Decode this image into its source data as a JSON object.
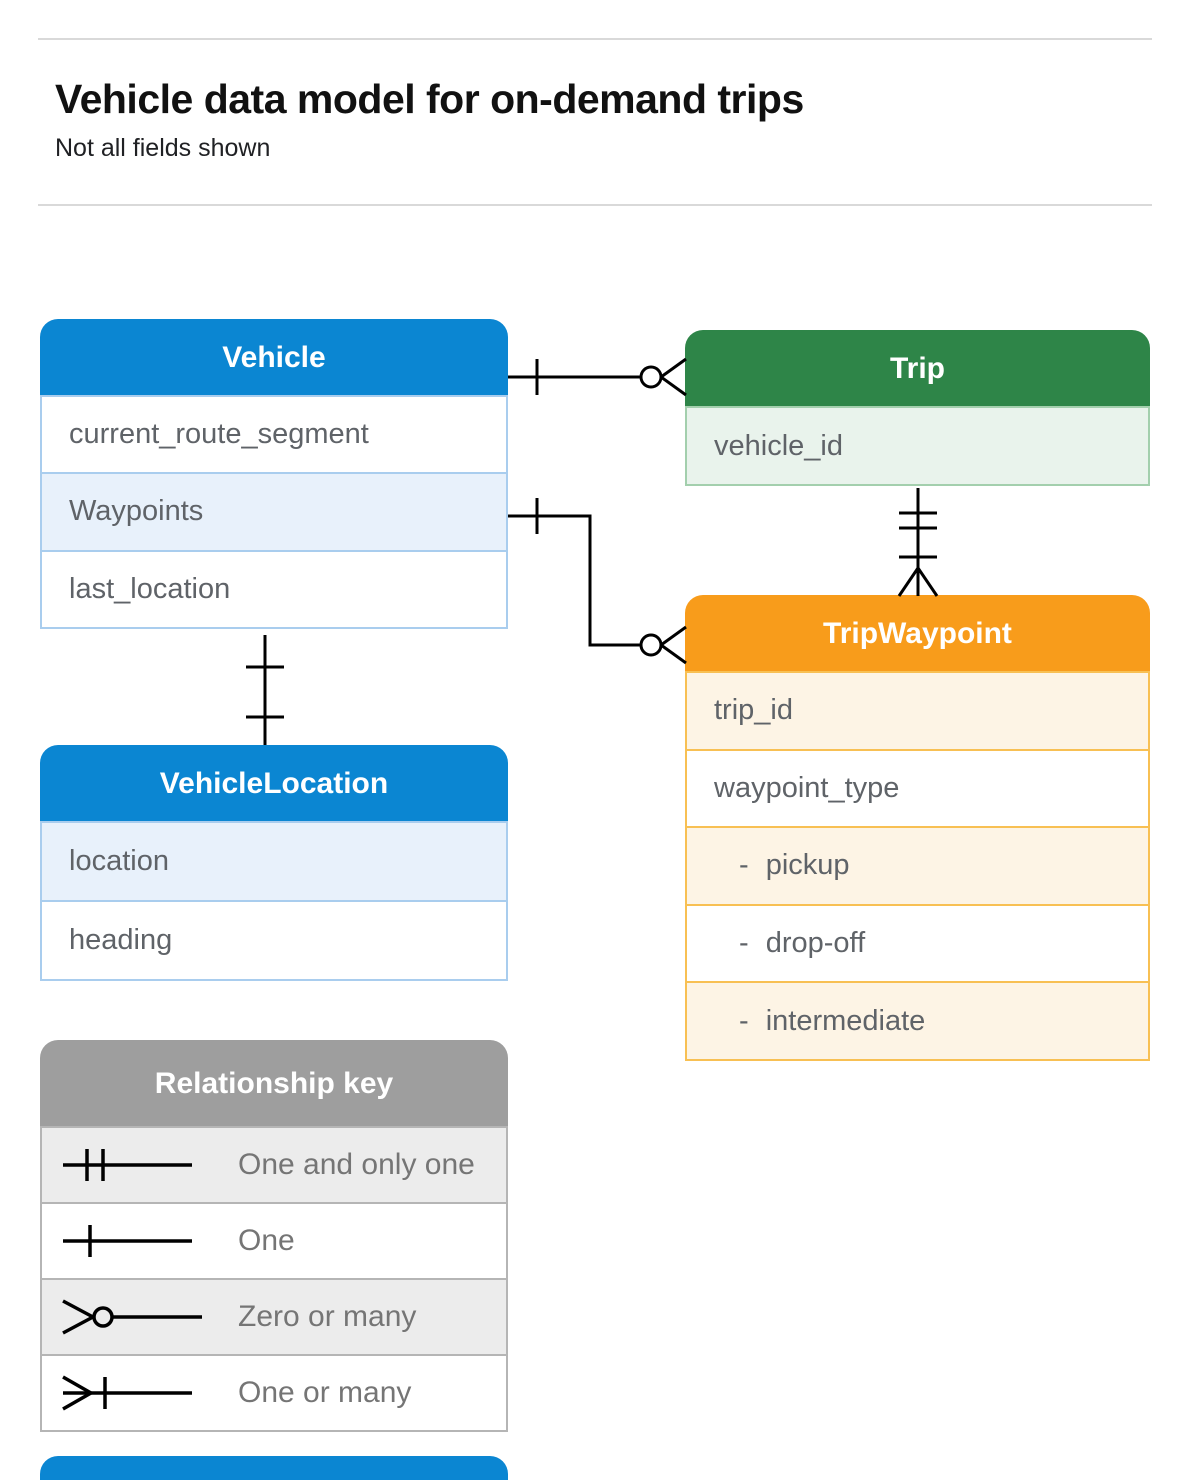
{
  "header": {
    "title": "Vehicle data model for on-demand trips",
    "subtitle": "Not all fields shown"
  },
  "colors": {
    "blue_header": "#0b86d2",
    "blue_tint": "#e8f1fb",
    "blue_border": "#a9cdee",
    "green_header": "#2e8548",
    "green_tint": "#e9f3ec",
    "green_border": "#a3cfad",
    "orange_header": "#f89c1b",
    "orange_tint": "#fdf4e5",
    "orange_border": "#f8c053",
    "gray_header": "#9e9e9e",
    "gray_tint": "#ececec",
    "gray_border": "#b5b5b5",
    "row_text": "#5f6368",
    "connector_line": "#000000"
  },
  "entities": {
    "vehicle": {
      "title": "Vehicle",
      "rows": [
        {
          "label": "current_route_segment"
        },
        {
          "label": "Waypoints"
        },
        {
          "label": "last_location"
        }
      ]
    },
    "trip": {
      "title": "Trip",
      "rows": [
        {
          "label": "vehicle_id"
        }
      ]
    },
    "trip_waypoint": {
      "title": "TripWaypoint",
      "rows": [
        {
          "label": "trip_id"
        },
        {
          "label": "waypoint_type"
        },
        {
          "label": "- pickup"
        },
        {
          "label": "- drop-off"
        },
        {
          "label": "- intermediate"
        }
      ]
    },
    "vehicle_location": {
      "title": "VehicleLocation",
      "rows": [
        {
          "label": "location"
        },
        {
          "label": "heading"
        }
      ]
    }
  },
  "legend": {
    "title": "Relationship key",
    "items": [
      {
        "icon": "one-and-only-one-symbol",
        "label": "One and only one"
      },
      {
        "icon": "one-symbol",
        "label": "One"
      },
      {
        "icon": "zero-or-many-symbol",
        "label": "Zero or many"
      },
      {
        "icon": "one-or-many-symbol",
        "label": "One or many"
      }
    ]
  },
  "relationships": [
    {
      "from": "Vehicle",
      "to": "Trip",
      "from_cardinality": "one",
      "to_cardinality": "zero-or-many"
    },
    {
      "from": "Vehicle.Waypoints",
      "to": "TripWaypoint",
      "from_cardinality": "one",
      "to_cardinality": "zero-or-many"
    },
    {
      "from": "Trip",
      "to": "TripWaypoint",
      "from_cardinality": "one-and-only-one",
      "to_cardinality": "one-or-many"
    },
    {
      "from": "Vehicle",
      "to": "VehicleLocation",
      "from_cardinality": "one",
      "to_cardinality": "one"
    }
  ]
}
